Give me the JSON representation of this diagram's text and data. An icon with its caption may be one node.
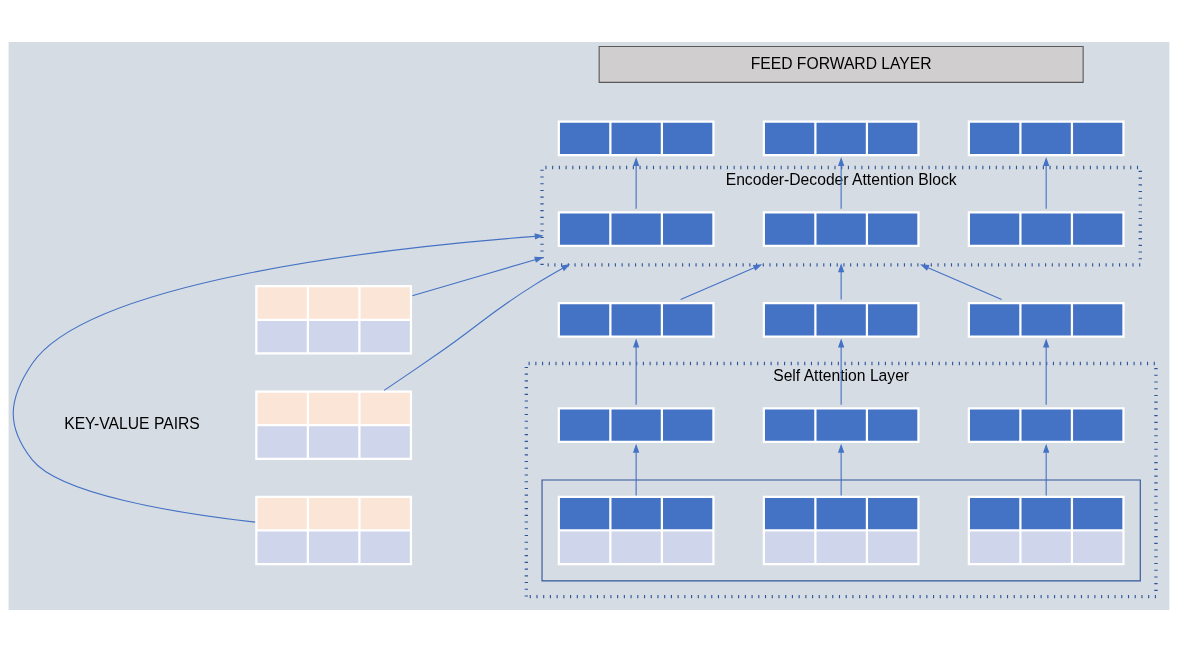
{
  "diagram": {
    "nodes": [
      {
        "text": [
          "FEED FORWARD LAYER"
        ]
      },
      {
        "text": [],
        "shape": "box"
      },
      {
        "text": [],
        "shape": "box"
      },
      {
        "text": [],
        "shape": "box"
      },
      {
        "text": [],
        "shape": "box"
      },
      {
        "text": [
          "Encoder-Decoder Attention Block"
        ]
      },
      {
        "text": [],
        "shape": "box",
        "in": 5
      },
      {
        "text": [],
        "shape": "box",
        "in": 5
      },
      {
        "text": [],
        "shape": "box",
        "in": 5
      },
      {
        "text": [],
        "shape": "box"
      },
      {
        "text": [],
        "shape": "box"
      },
      {
        "text": [],
        "shape": "box"
      },
      {
        "text": [],
        "shape": "box"
      },
      {
        "text": [
          "Self Attention Layer"
        ]
      },
      {
        "text": [],
        "shape": "box",
        "in": 13
      },
      {
        "text": [],
        "shape": "box",
        "in": 13
      },
      {
        "text": [],
        "shape": "box",
        "in": 13
      },
      {
        "text": [],
        "shape": "box",
        "in": 13
      },
      {
        "text": [],
        "shape": "box",
        "in": 17
      },
      {
        "text": [],
        "shape": "box",
        "in": 17
      },
      {
        "text": [],
        "shape": "box",
        "in": 17
      },
      {
        "text": [],
        "shape": "box"
      }
    ],
    "edges": [
      {
        "from": 6,
        "to": 1,
        "arrow": "to"
      },
      {
        "from": 7,
        "to": 2,
        "arrow": "to"
      },
      {
        "from": 8,
        "to": 3,
        "arrow": "to"
      },
      {
        "from": 4,
        "to": 5,
        "arrow": "to"
      },
      {
        "from": 9,
        "to": 5,
        "arrow": "to"
      },
      {
        "from": 21,
        "to": 5,
        "arrow": "to"
      },
      {
        "from": 10,
        "to": 5,
        "arrow": "to"
      },
      {
        "from": 11,
        "to": 5,
        "arrow": "to"
      },
      {
        "from": 12,
        "to": 5,
        "arrow": "to"
      },
      {
        "from": 14,
        "to": 10,
        "arrow": "to"
      },
      {
        "from": 15,
        "to": 11,
        "arrow": "to"
      },
      {
        "from": 16,
        "to": 12,
        "arrow": "to"
      },
      {
        "from": 18,
        "to": 14,
        "arrow": "to"
      },
      {
        "from": 19,
        "to": 15,
        "arrow": "to"
      },
      {
        "from": 20,
        "to": 16,
        "arrow": "to"
      }
    ],
    "labels": [
      "KEY-VALUE PAIRS"
    ]
  }
}
